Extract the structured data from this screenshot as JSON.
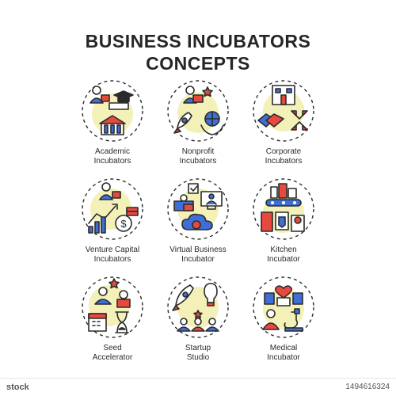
{
  "title_line1": "BUSINESS INCUBATORS",
  "title_line2": "CONCEPTS",
  "colors": {
    "blue": "#3f6fd6",
    "red": "#e8493f",
    "yellow": "#f3f1b8",
    "outline": "#2b2b2b"
  },
  "concepts": [
    {
      "line1": "Academic",
      "line2": "Incubators",
      "icon": "academic-incubators-icon"
    },
    {
      "line1": "Nonprofit",
      "line2": "Incubators",
      "icon": "nonprofit-incubators-icon"
    },
    {
      "line1": "Corporate",
      "line2": "Incubators",
      "icon": "corporate-incubators-icon"
    },
    {
      "line1": "Venture Capital",
      "line2": "Incubators",
      "icon": "venture-capital-incubators-icon"
    },
    {
      "line1": "Virtual Business",
      "line2": "Incubator",
      "icon": "virtual-business-incubator-icon"
    },
    {
      "line1": "Kitchen",
      "line2": "Incubator",
      "icon": "kitchen-incubator-icon"
    },
    {
      "line1": "Seed",
      "line2": "Accelerator",
      "icon": "seed-accelerator-icon"
    },
    {
      "line1": "Startup",
      "line2": "Studio",
      "icon": "startup-studio-icon"
    },
    {
      "line1": "Medical",
      "line2": "Incubator",
      "icon": "medical-incubator-icon"
    }
  ],
  "footer": {
    "logo": "stock",
    "id": "1494616324"
  }
}
